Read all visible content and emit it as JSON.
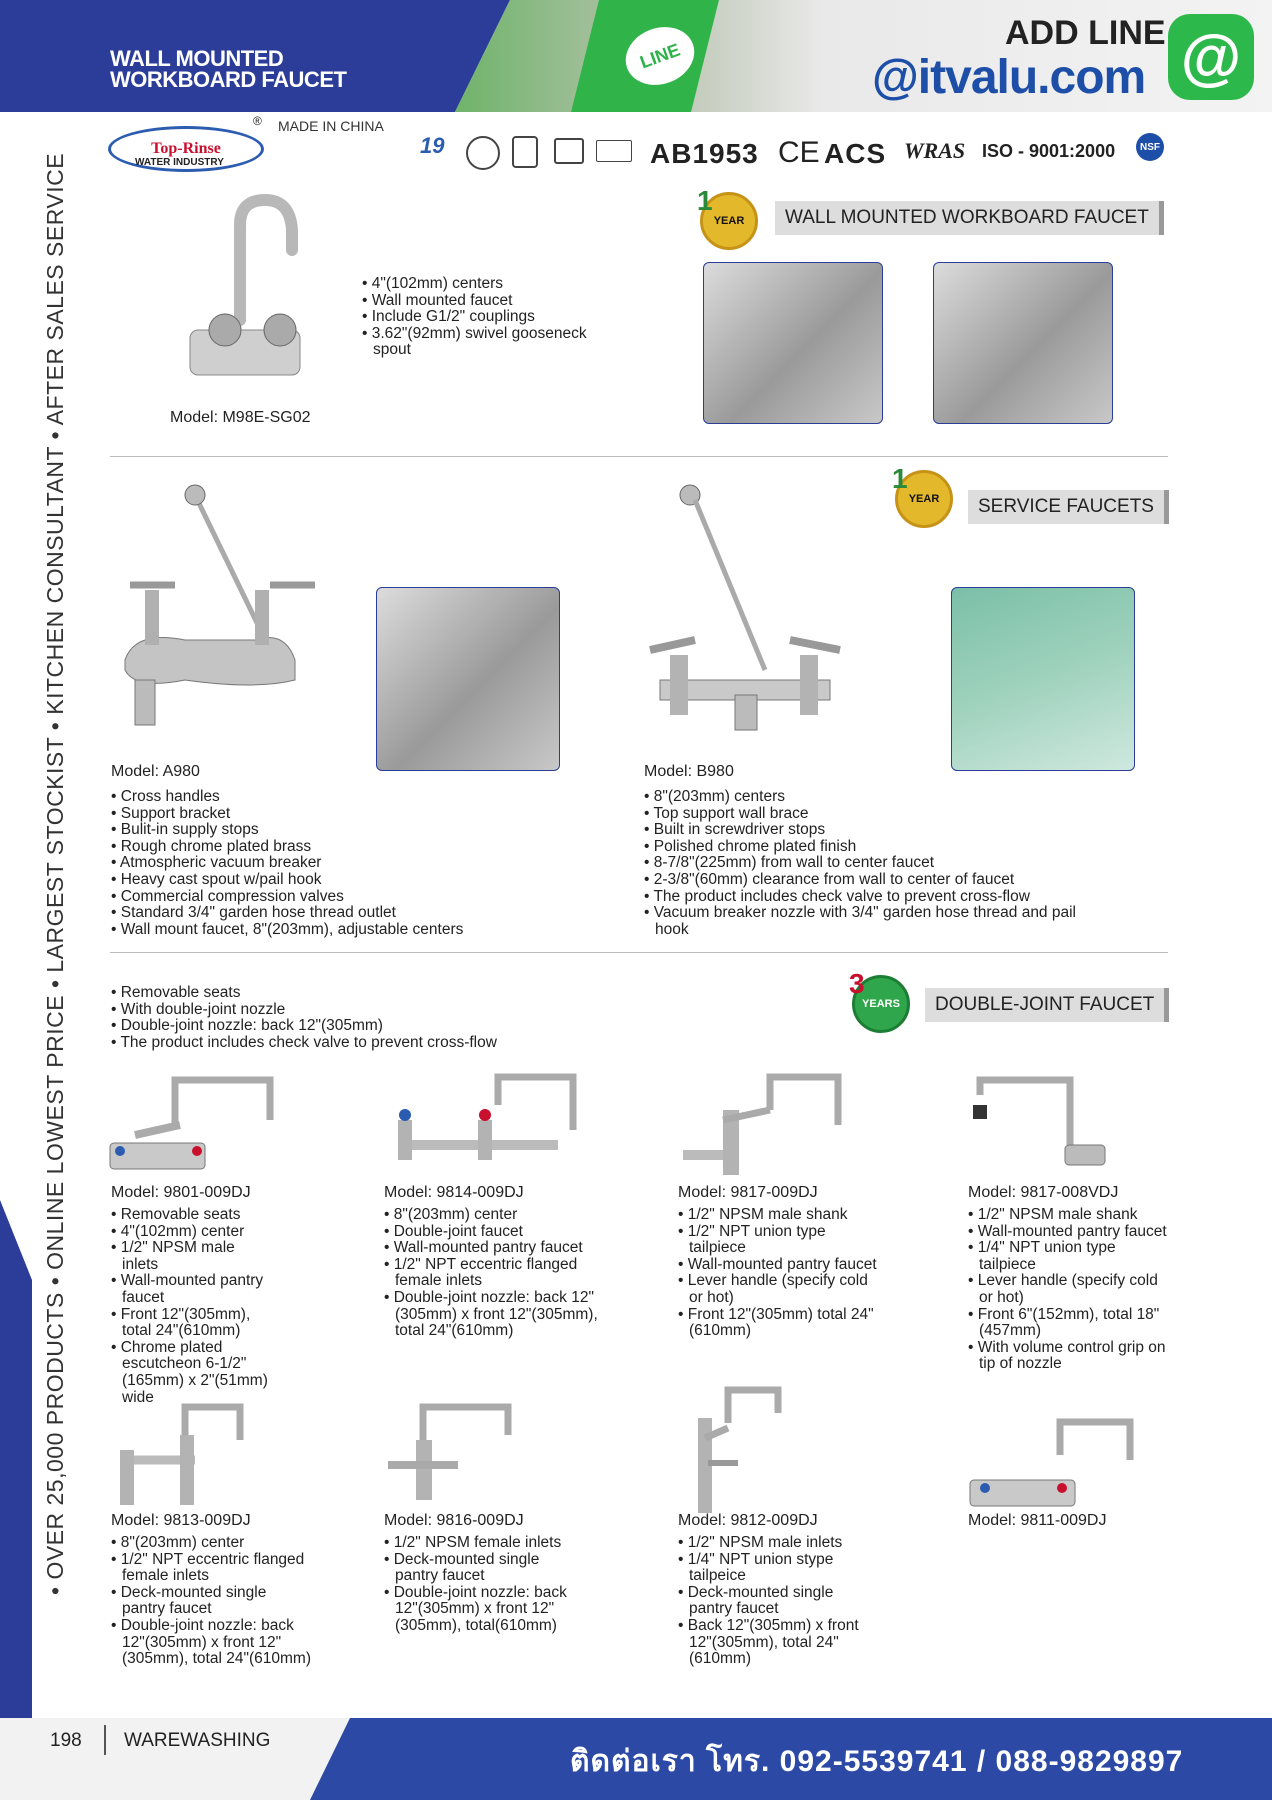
{
  "header": {
    "title_line1": "WALL MOUNTED",
    "title_line2": "WORKBOARD FAUCET",
    "line_logo": "LINE",
    "add_line": "ADD LINE",
    "line_id": "@itvalu.com",
    "at_symbol": "@"
  },
  "side_text": "• OVER 25,000 PRODUCTS   • ONLINE LOWEST PRICE   • LARGEST STOCKIST   • KITCHEN CONSULTANT   • AFTER SALES SERVICE",
  "brand": {
    "name": "Top-Rinse",
    "sub": "WATER INDUSTRY",
    "reg": "®",
    "made_in": "MADE IN CHINA"
  },
  "certs": {
    "years": "19",
    "ab": "AB1953",
    "ce": "CE",
    "acs": "ACS",
    "wras": "WRAS",
    "iso": "ISO - 9001:2000",
    "nsf": "NSF"
  },
  "section1": {
    "title": "WALL MOUNTED WORKBOARD FAUCET",
    "warranty_num": "1",
    "warranty_text": "YEAR",
    "model": "Model: M98E-SG02",
    "specs": [
      "4\"(102mm) centers",
      "Wall mounted faucet",
      "Include G1/2\" couplings",
      "3.62\"(92mm) swivel gooseneck spout"
    ]
  },
  "section2": {
    "title": "SERVICE FAUCETS",
    "warranty_num": "1",
    "warranty_text": "YEAR",
    "a980": {
      "model": "Model: A980",
      "specs": [
        "Cross handles",
        "Support bracket",
        "Bulit-in supply stops",
        "Rough chrome plated brass",
        "Atmospheric vacuum breaker",
        "Heavy cast spout w/pail hook",
        "Commercial compression valves",
        "Standard 3/4\" garden hose thread outlet",
        "Wall mount faucet, 8\"(203mm), adjustable centers"
      ]
    },
    "b980": {
      "model": "Model: B980",
      "specs": [
        "8\"(203mm) centers",
        "Top support wall brace",
        "Built in screwdriver stops",
        "Polished chrome plated finish",
        "8-7/8\"(225mm) from wall to center faucet",
        "2-3/8\"(60mm) clearance from wall to center of faucet",
        "The product includes check valve to prevent cross-flow",
        "Vacuum breaker nozzle with 3/4\" garden hose thread and pail hook"
      ]
    }
  },
  "section3": {
    "title": "DOUBLE-JOINT FAUCET",
    "warranty_num": "3",
    "warranty_text": "YEARS",
    "intro": [
      "Removable seats",
      "With double-joint nozzle",
      "Double-joint nozzle: back 12\"(305mm)",
      "The product includes check valve to prevent cross-flow"
    ],
    "products": [
      {
        "model": "Model: 9801-009DJ",
        "specs": [
          "Removable seats",
          "4\"(102mm) center",
          "1/2\" NPSM male inlets",
          "Wall-mounted pantry faucet",
          "Front 12\"(305mm), total 24\"(610mm)",
          "Chrome plated escutcheon 6-1/2\" (165mm) x 2\"(51mm) wide"
        ]
      },
      {
        "model": "Model: 9814-009DJ",
        "specs": [
          "8\"(203mm) center",
          "Double-joint faucet",
          "Wall-mounted pantry faucet",
          "1/2\" NPT eccentric flanged female inlets",
          "Double-joint nozzle: back 12\"(305mm) x front 12\"(305mm), total 24\"(610mm)"
        ]
      },
      {
        "model": "Model: 9817-009DJ",
        "specs": [
          "1/2\" NPSM male shank",
          "1/2\" NPT union type tailpiece",
          "Wall-mounted pantry faucet",
          "Lever handle (specify cold or hot)",
          "Front 12\"(305mm) total 24\"(610mm)"
        ]
      },
      {
        "model": "Model: 9817-008VDJ",
        "specs": [
          "1/2\" NPSM male shank",
          "Wall-mounted pantry faucet",
          "1/4\" NPT union type tailpiece",
          "Lever handle (specify cold or hot)",
          "Front 6\"(152mm), total 18\"(457mm)",
          "With volume control grip on tip of nozzle"
        ]
      },
      {
        "model": "Model: 9813-009DJ",
        "specs": [
          "8\"(203mm) center",
          "1/2\" NPT eccentric flanged female inlets",
          "Deck-mounted single pantry faucet",
          "Double-joint nozzle: back 12\"(305mm) x front 12\"(305mm), total 24\"(610mm)"
        ]
      },
      {
        "model": "Model: 9816-009DJ",
        "specs": [
          "1/2\" NPSM female inlets",
          "Deck-mounted single pantry faucet",
          "Double-joint nozzle: back 12\"(305mm) x front 12\"(305mm), total(610mm)"
        ]
      },
      {
        "model": "Model: 9812-009DJ",
        "specs": [
          "1/2\" NPSM male inlets",
          "1/4\" NPT union stype tailpeice",
          "Deck-mounted single pantry faucet",
          "Back 12\"(305mm) x front 12\"(305mm), total 24\"(610mm)"
        ]
      },
      {
        "model": "Model: 9811-009DJ",
        "specs": []
      }
    ]
  },
  "footer": {
    "page": "198",
    "category": "WAREWASHING",
    "contact": "ติดต่อเรา โทร. 092-5539741 / 088-9829897"
  }
}
